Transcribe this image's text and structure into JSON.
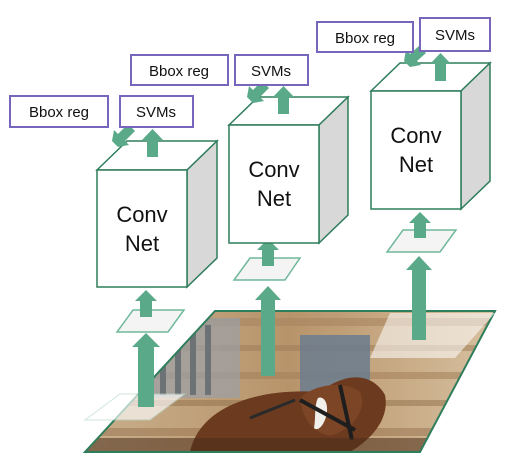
{
  "pipelines": [
    {
      "bbox_label": "Bbox reg",
      "svm_label": "SVMs",
      "net_line1": "Conv",
      "net_line2": "Net"
    },
    {
      "bbox_label": "Bbox reg",
      "svm_label": "SVMs",
      "net_line1": "Conv",
      "net_line2": "Net"
    },
    {
      "bbox_label": "Bbox reg",
      "svm_label": "SVMs",
      "net_line1": "Conv",
      "net_line2": "Net"
    }
  ],
  "colors": {
    "arrow": "#5aaa8a",
    "box_border": "#2e7d5b",
    "label_border": "#7766bb",
    "cube_side": "#d8d8d8",
    "cube_top": "#ffffff"
  }
}
